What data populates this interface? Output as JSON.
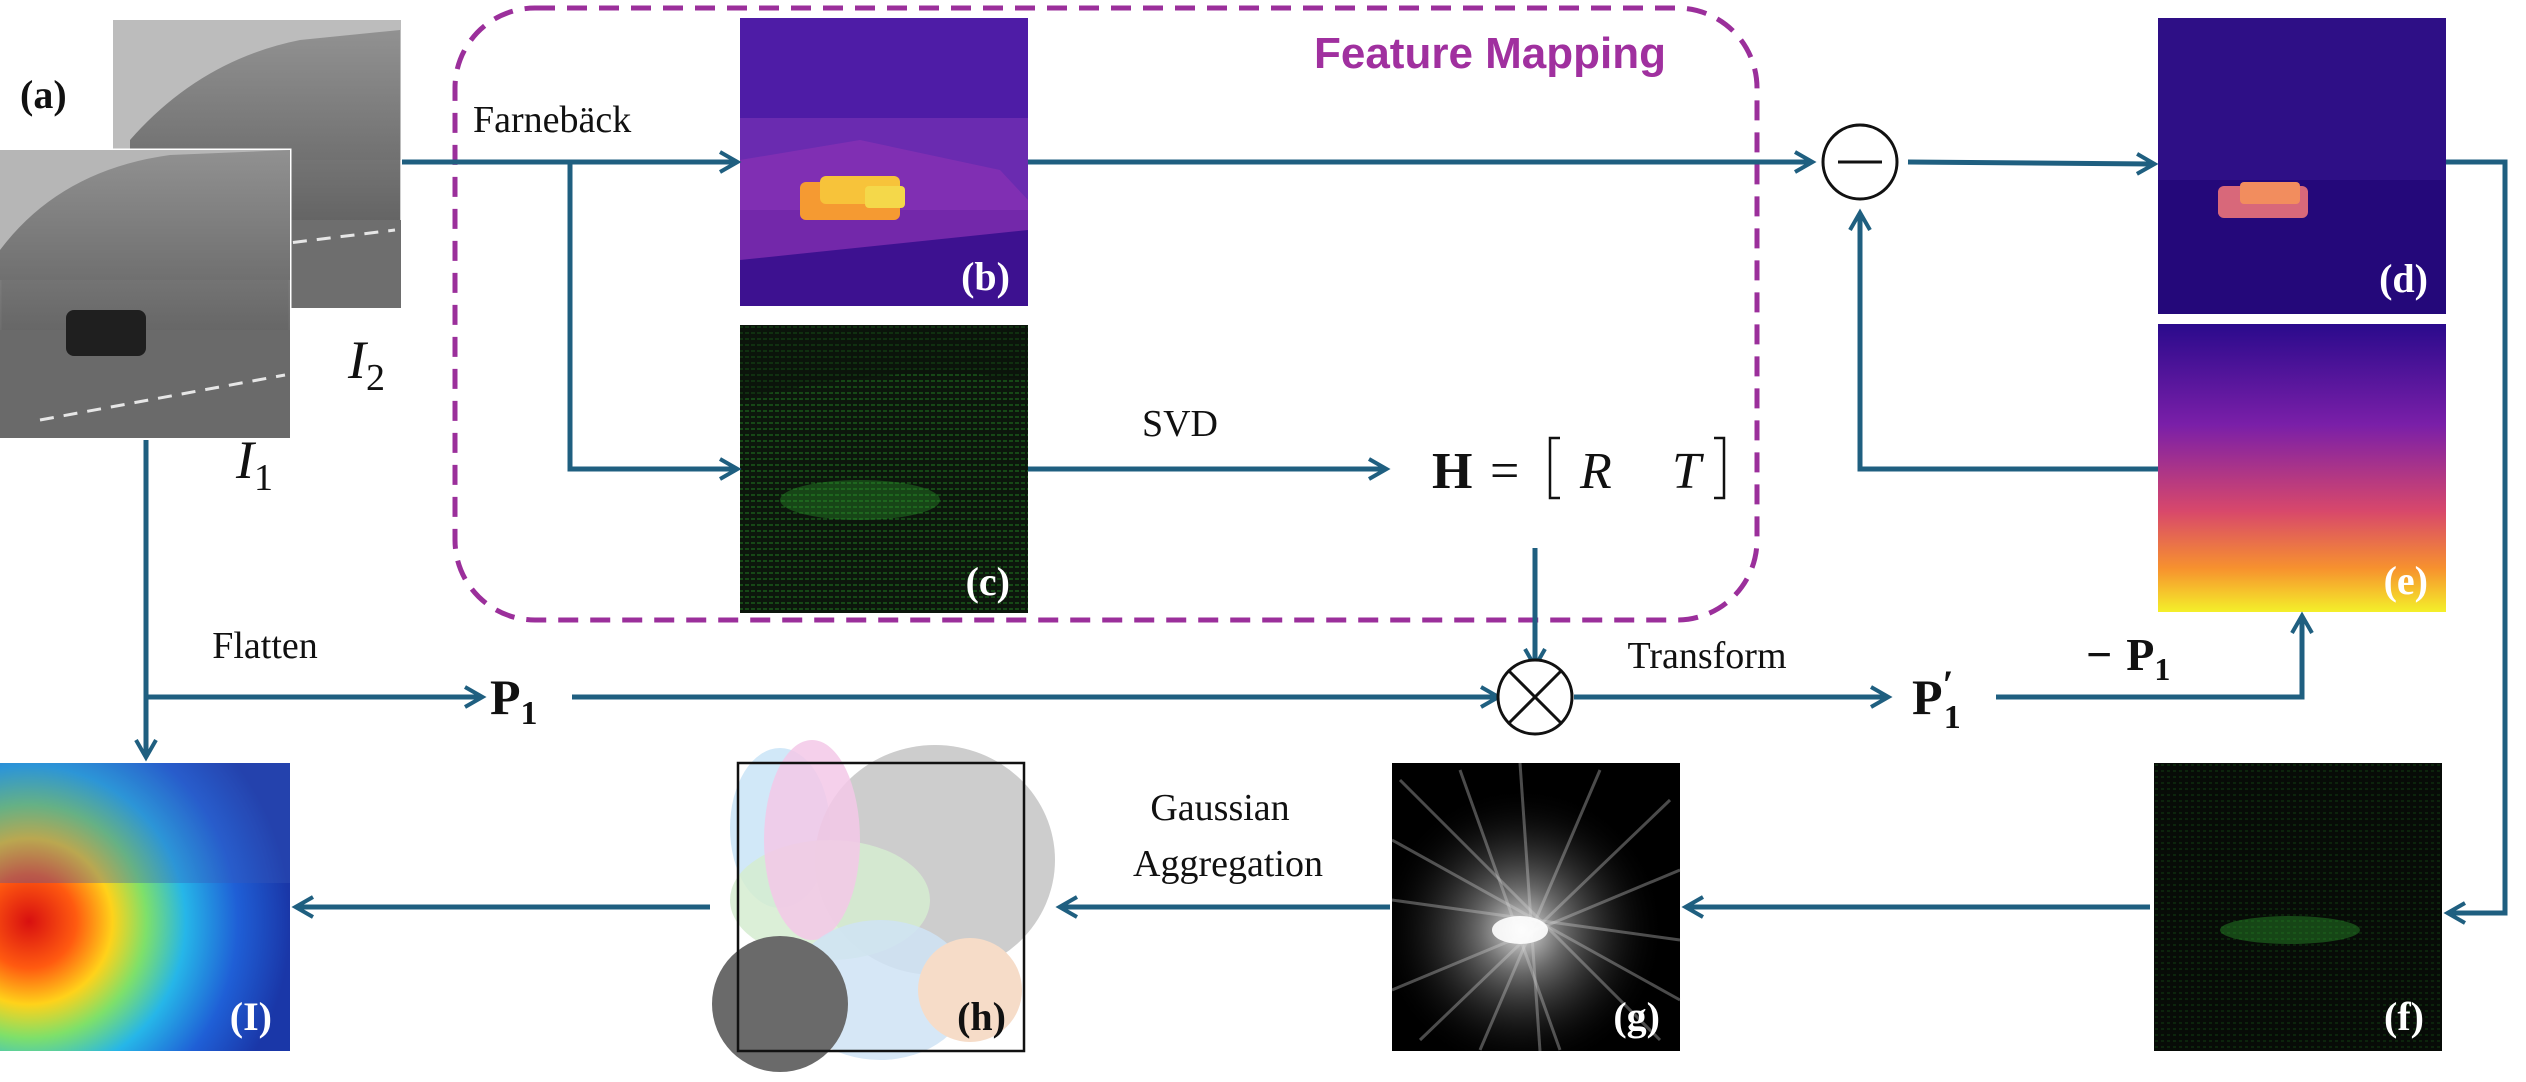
{
  "title": "Feature Mapping",
  "labels": {
    "a": "(a)",
    "b": "(b)",
    "c": "(c)",
    "d": "(d)",
    "e": "(e)",
    "f": "(f)",
    "g": "(g)",
    "h": "(h)",
    "l": "(I)"
  },
  "image_symbols": {
    "i2_base": "I",
    "i2_sub": "2",
    "i1_base": "I",
    "i1_sub": "1"
  },
  "edge_labels": {
    "farneback": "Farnebäck",
    "svd": "SVD",
    "flatten": "Flatten",
    "transform": "Transform",
    "gaussian_line1": "Gaussian",
    "gaussian_line2": "Aggregation"
  },
  "math": {
    "h_lhs": "H",
    "h_eq": "=",
    "h_r": "R",
    "h_t": "T",
    "p1_base": "P",
    "p1_sub": "1",
    "p1prime_base": "P",
    "p1prime_mark": "′",
    "p1prime_sub": "1",
    "minus_p1_sign": "−",
    "minus_p1_base": "P",
    "minus_p1_sub": "1"
  },
  "operators": {
    "subtract": "minus-circle",
    "transform": "times-circle"
  },
  "colors": {
    "arrow": "#1f5f80",
    "feature_box": "#9b2f9b",
    "title": "#a0309f"
  }
}
